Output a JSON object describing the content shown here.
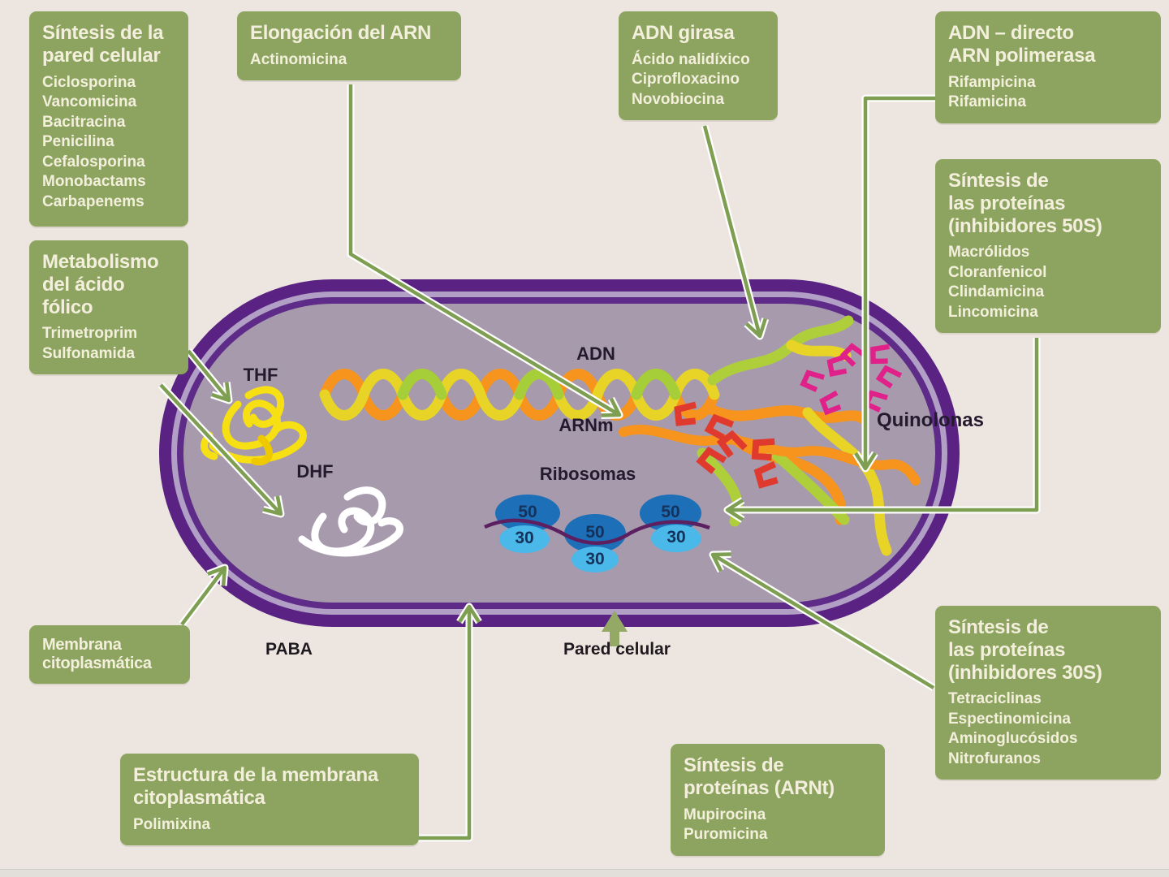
{
  "boxes": {
    "cell_wall_synthesis": {
      "title": "Síntesis de la\npared celular",
      "items": [
        "Ciclosporina",
        "Vancomicina",
        "Bacitracina",
        "Penicilina",
        "Cefalosporina",
        "Monobactams",
        "Carbapenems"
      ]
    },
    "rna_elongation": {
      "title": "Elongación del ARN",
      "items": [
        "Actinomicina"
      ]
    },
    "dna_gyrase": {
      "title": "ADN girasa",
      "items": [
        "Ácido nalidíxico",
        "Ciprofloxacino",
        "Novobiocina"
      ]
    },
    "rna_polymerase": {
      "title": "ADN – directo\nARN polimerasa",
      "items": [
        "Rifampicina",
        "Rifamicina"
      ]
    },
    "protein_50s": {
      "title": "Síntesis de\nlas proteínas\n(inhibidores 50S)",
      "items": [
        "Macrólidos",
        "Cloranfenicol",
        "Clindamicina",
        "Lincomicina"
      ]
    },
    "folic_acid": {
      "title": "Metabolismo\ndel ácido\nfólico",
      "items": [
        "Trimetroprim",
        "Sulfonamida"
      ]
    },
    "cytoplasmic_membrane": {
      "title": "Membrana\ncitoplasmática",
      "items": []
    },
    "membrane_structure": {
      "title": "Estructura de la membrana\ncitoplasmática",
      "items": [
        "Polimixina"
      ]
    },
    "protein_arnt": {
      "title": "Síntesis de\nproteínas (ARNt)",
      "items": [
        "Mupirocina",
        "Puromicina"
      ]
    },
    "protein_30s": {
      "title": "Síntesis de\nlas proteínas\n(inhibidores 30S)",
      "items": [
        "Tetraciclinas",
        "Espectinomicina",
        "Aminoglucósidos",
        "Nitrofuranos"
      ]
    }
  },
  "cell_labels": {
    "adn": "ADN",
    "arnm": "ARNm",
    "ribosomas": "Ribosomas",
    "quinolonas": "Quinolonas",
    "thf": "THF",
    "dhf": "DHF",
    "paba": "PABA",
    "pared_celular": "Pared celular"
  },
  "ribosomes": {
    "pairs": [
      {
        "large": "50",
        "small": "30"
      },
      {
        "large": "50",
        "small": "30"
      },
      {
        "large": "50",
        "small": "30"
      }
    ]
  },
  "colors": {
    "background": "#EDE6E0",
    "box_green": "#8CA45F",
    "box_text": "#F3EFDC",
    "cell_outer_purple": "#5A2383",
    "cell_lavender_ring": "#B19FC5",
    "cell_inner_purple": "#5E2B88",
    "cell_body": "#A79AAD",
    "arrow_green": "#7E9E52",
    "arrow_casing": "#FFFFFF",
    "ribosome_50_blue": "#1D6FB8",
    "ribosome_30_blue": "#4AB8E8",
    "mrna_line_purple": "#5C2060",
    "dna_orange": "#F7941D",
    "dna_yellow": "#E7D426",
    "dna_green": "#A6CE39",
    "quinolone_magenta": "#E0218A",
    "codon_red": "#E03A2F",
    "thf_yellow": "#F6DF12",
    "dhf_white": "#FFFFFF",
    "label_dark": "#241A2E"
  }
}
